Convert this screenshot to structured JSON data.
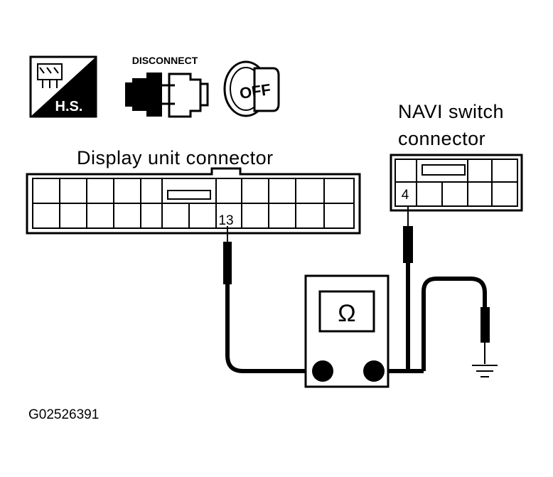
{
  "icons": {
    "hs_label": "H.S.",
    "disconnect_label": "DISCONNECT",
    "key_label": "OFF"
  },
  "display_connector": {
    "title": "Display unit connector",
    "terminal": "13"
  },
  "navi_connector": {
    "title_line1": "NAVI switch",
    "title_line2": "connector",
    "terminal": "4"
  },
  "meter": {
    "symbol": "Ω"
  },
  "figure_code": "G02526391"
}
